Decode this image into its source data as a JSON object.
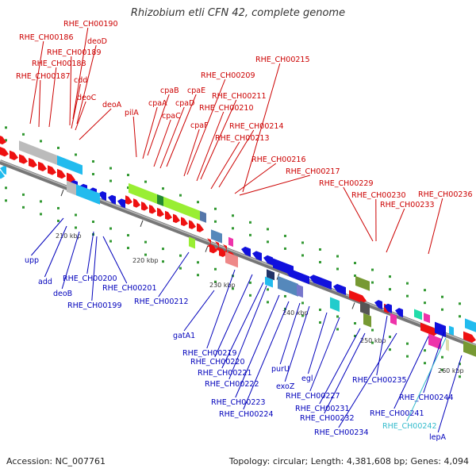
{
  "title": "Rhizobium etli CFN 42, complete genome",
  "footer": {
    "accession": "Accession: NC_007761",
    "summary": "Topology: circular; Length: 4,381,608 bp; Genes: 4,094"
  },
  "colors": {
    "forward_label": "#cc0000",
    "reverse_label": "#0000bb",
    "highlight_label": "#33bbcc",
    "backbone": "#888888",
    "tick": "#339933"
  },
  "ticks": [
    "210 kbp",
    "220 kbp",
    "230 kbp",
    "240 kbp",
    "250 kbp",
    "260 kbp"
  ],
  "forward_genes": [
    "RHE_CH00190",
    "deoD",
    "RHE_CH00186",
    "RHE_CH00189",
    "RHE_CH00188",
    "cdd",
    "RHE_CH00187",
    "deoC",
    "deoA",
    "pilA",
    "cpaB",
    "cpaA",
    "cpaE",
    "cpaD",
    "cpaC",
    "cpaF",
    "RHE_CH00209",
    "RHE_CH00211",
    "RHE_CH00210",
    "RHE_CH00214",
    "RHE_CH00213",
    "RHE_CH00215",
    "RHE_CH00216",
    "RHE_CH00217",
    "RHE_CH00229",
    "RHE_CH00230",
    "RHE_CH00233",
    "RHE_CH00236"
  ],
  "reverse_genes": [
    "upp",
    "add",
    "deoB",
    "RHE_CH00200",
    "RHE_CH00199",
    "RHE_CH00201",
    "RHE_CH00212",
    "gatA1",
    "RHE_CH00219",
    "RHE_CH00220",
    "RHE_CH00221",
    "RHE_CH00222",
    "RHE_CH00223",
    "RHE_CH00224",
    "purU",
    "exoZ",
    "egl",
    "RHE_CH00227",
    "RHE_CH00231",
    "RHE_CH00232",
    "RHE_CH00234",
    "RHE_CH00235",
    "RHE_CH00241",
    "RHE_CH00244",
    "RHE_CH00242",
    "lepA"
  ]
}
